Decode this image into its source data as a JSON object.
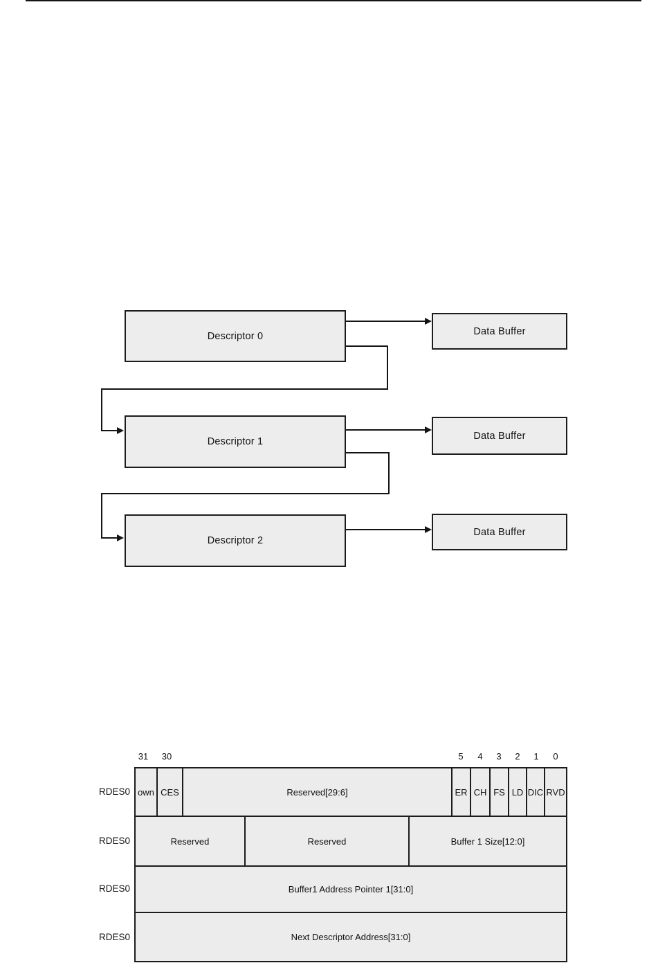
{
  "diagram": {
    "descriptors": [
      {
        "label": "Descriptor 0"
      },
      {
        "label": "Descriptor 1"
      },
      {
        "label": "Descriptor 2"
      }
    ],
    "buffers": [
      {
        "label": "Data Buffer"
      },
      {
        "label": "Data Buffer"
      },
      {
        "label": "Data Buffer"
      }
    ]
  },
  "register": {
    "bit_labels_left": [
      "31",
      "30"
    ],
    "bit_labels_right": [
      "5",
      "4",
      "3",
      "2",
      "1",
      "0"
    ],
    "rows": [
      {
        "label": "RDES0",
        "fields": [
          "own",
          "CES",
          "Reserved[29:6]",
          "ER",
          "CH",
          "FS",
          "LD",
          "DIC",
          "RVD"
        ]
      },
      {
        "label": "RDES0",
        "fields": [
          "Reserved",
          "Reserved",
          "Buffer 1 Size[12:0]"
        ]
      },
      {
        "label": "RDES0",
        "fields": [
          "Buffer1 Address Pointer 1[31:0]"
        ]
      },
      {
        "label": "RDES0",
        "fields": [
          "Next Descriptor Address[31:0]"
        ]
      }
    ]
  },
  "colors": {
    "box_fill": "#ededed",
    "line": "#141414",
    "border": "#1c1c1c",
    "page_background": "#ffffff"
  }
}
